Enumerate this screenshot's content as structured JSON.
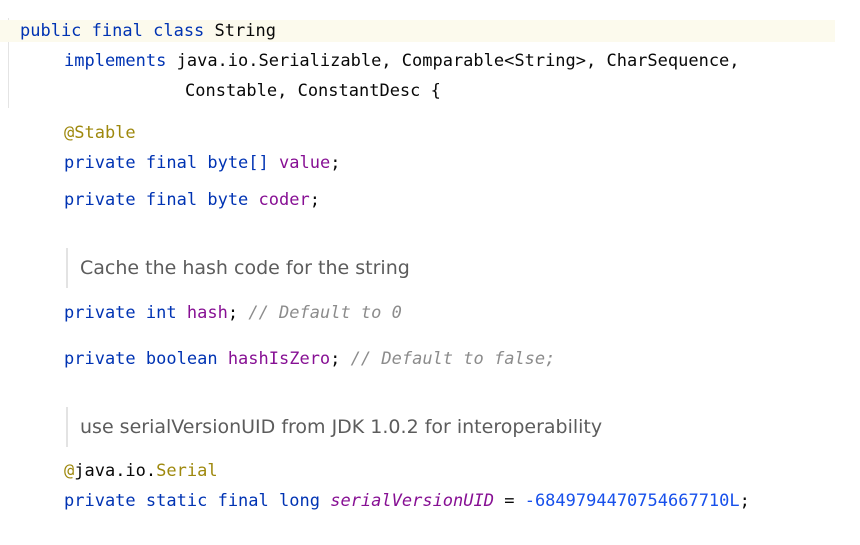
{
  "code": {
    "l1": {
      "kw1": "public",
      "kw2": "final",
      "kw3": "class",
      "name": "String"
    },
    "l2": {
      "kw": "implements",
      "rest": "java.io.Serializable, Comparable<String>, CharSequence,"
    },
    "l3": {
      "rest": "Constable, ConstantDesc {"
    },
    "l4": {
      "ann": "@Stable"
    },
    "l5": {
      "kw1": "private",
      "kw2": "final",
      "kw3": "byte[]",
      "field": "value",
      "end": ";"
    },
    "l6": {
      "kw1": "private",
      "kw2": "final",
      "kw3": "byte",
      "field": "coder",
      "end": ";"
    },
    "doc1": "Cache the hash code for the string",
    "l7": {
      "kw1": "private",
      "kw2": "int",
      "field": "hash",
      "end": ";",
      "comment": "// Default to 0"
    },
    "l8": {
      "kw1": "private",
      "kw2": "boolean",
      "field": "hashIsZero",
      "end": ";",
      "comment": "// Default to false;"
    },
    "doc2": "use serialVersionUID from JDK 1.0.2 for interoperability",
    "l9": {
      "ann_at": "@",
      "ann_pkg": "java.io.",
      "ann_name": "Serial"
    },
    "l10": {
      "kw1": "private",
      "kw2": "static",
      "kw3": "final",
      "kw4": "long",
      "field": "serialVersionUID",
      "eq": " = ",
      "num": "-6849794470754667710L",
      "end": ";"
    }
  },
  "colors": {
    "keyword": "#0033b3",
    "annotation": "#9e880d",
    "field": "#871094",
    "comment": "#8c8c8c",
    "number": "#1750eb",
    "highlight": "#fcfaed"
  }
}
